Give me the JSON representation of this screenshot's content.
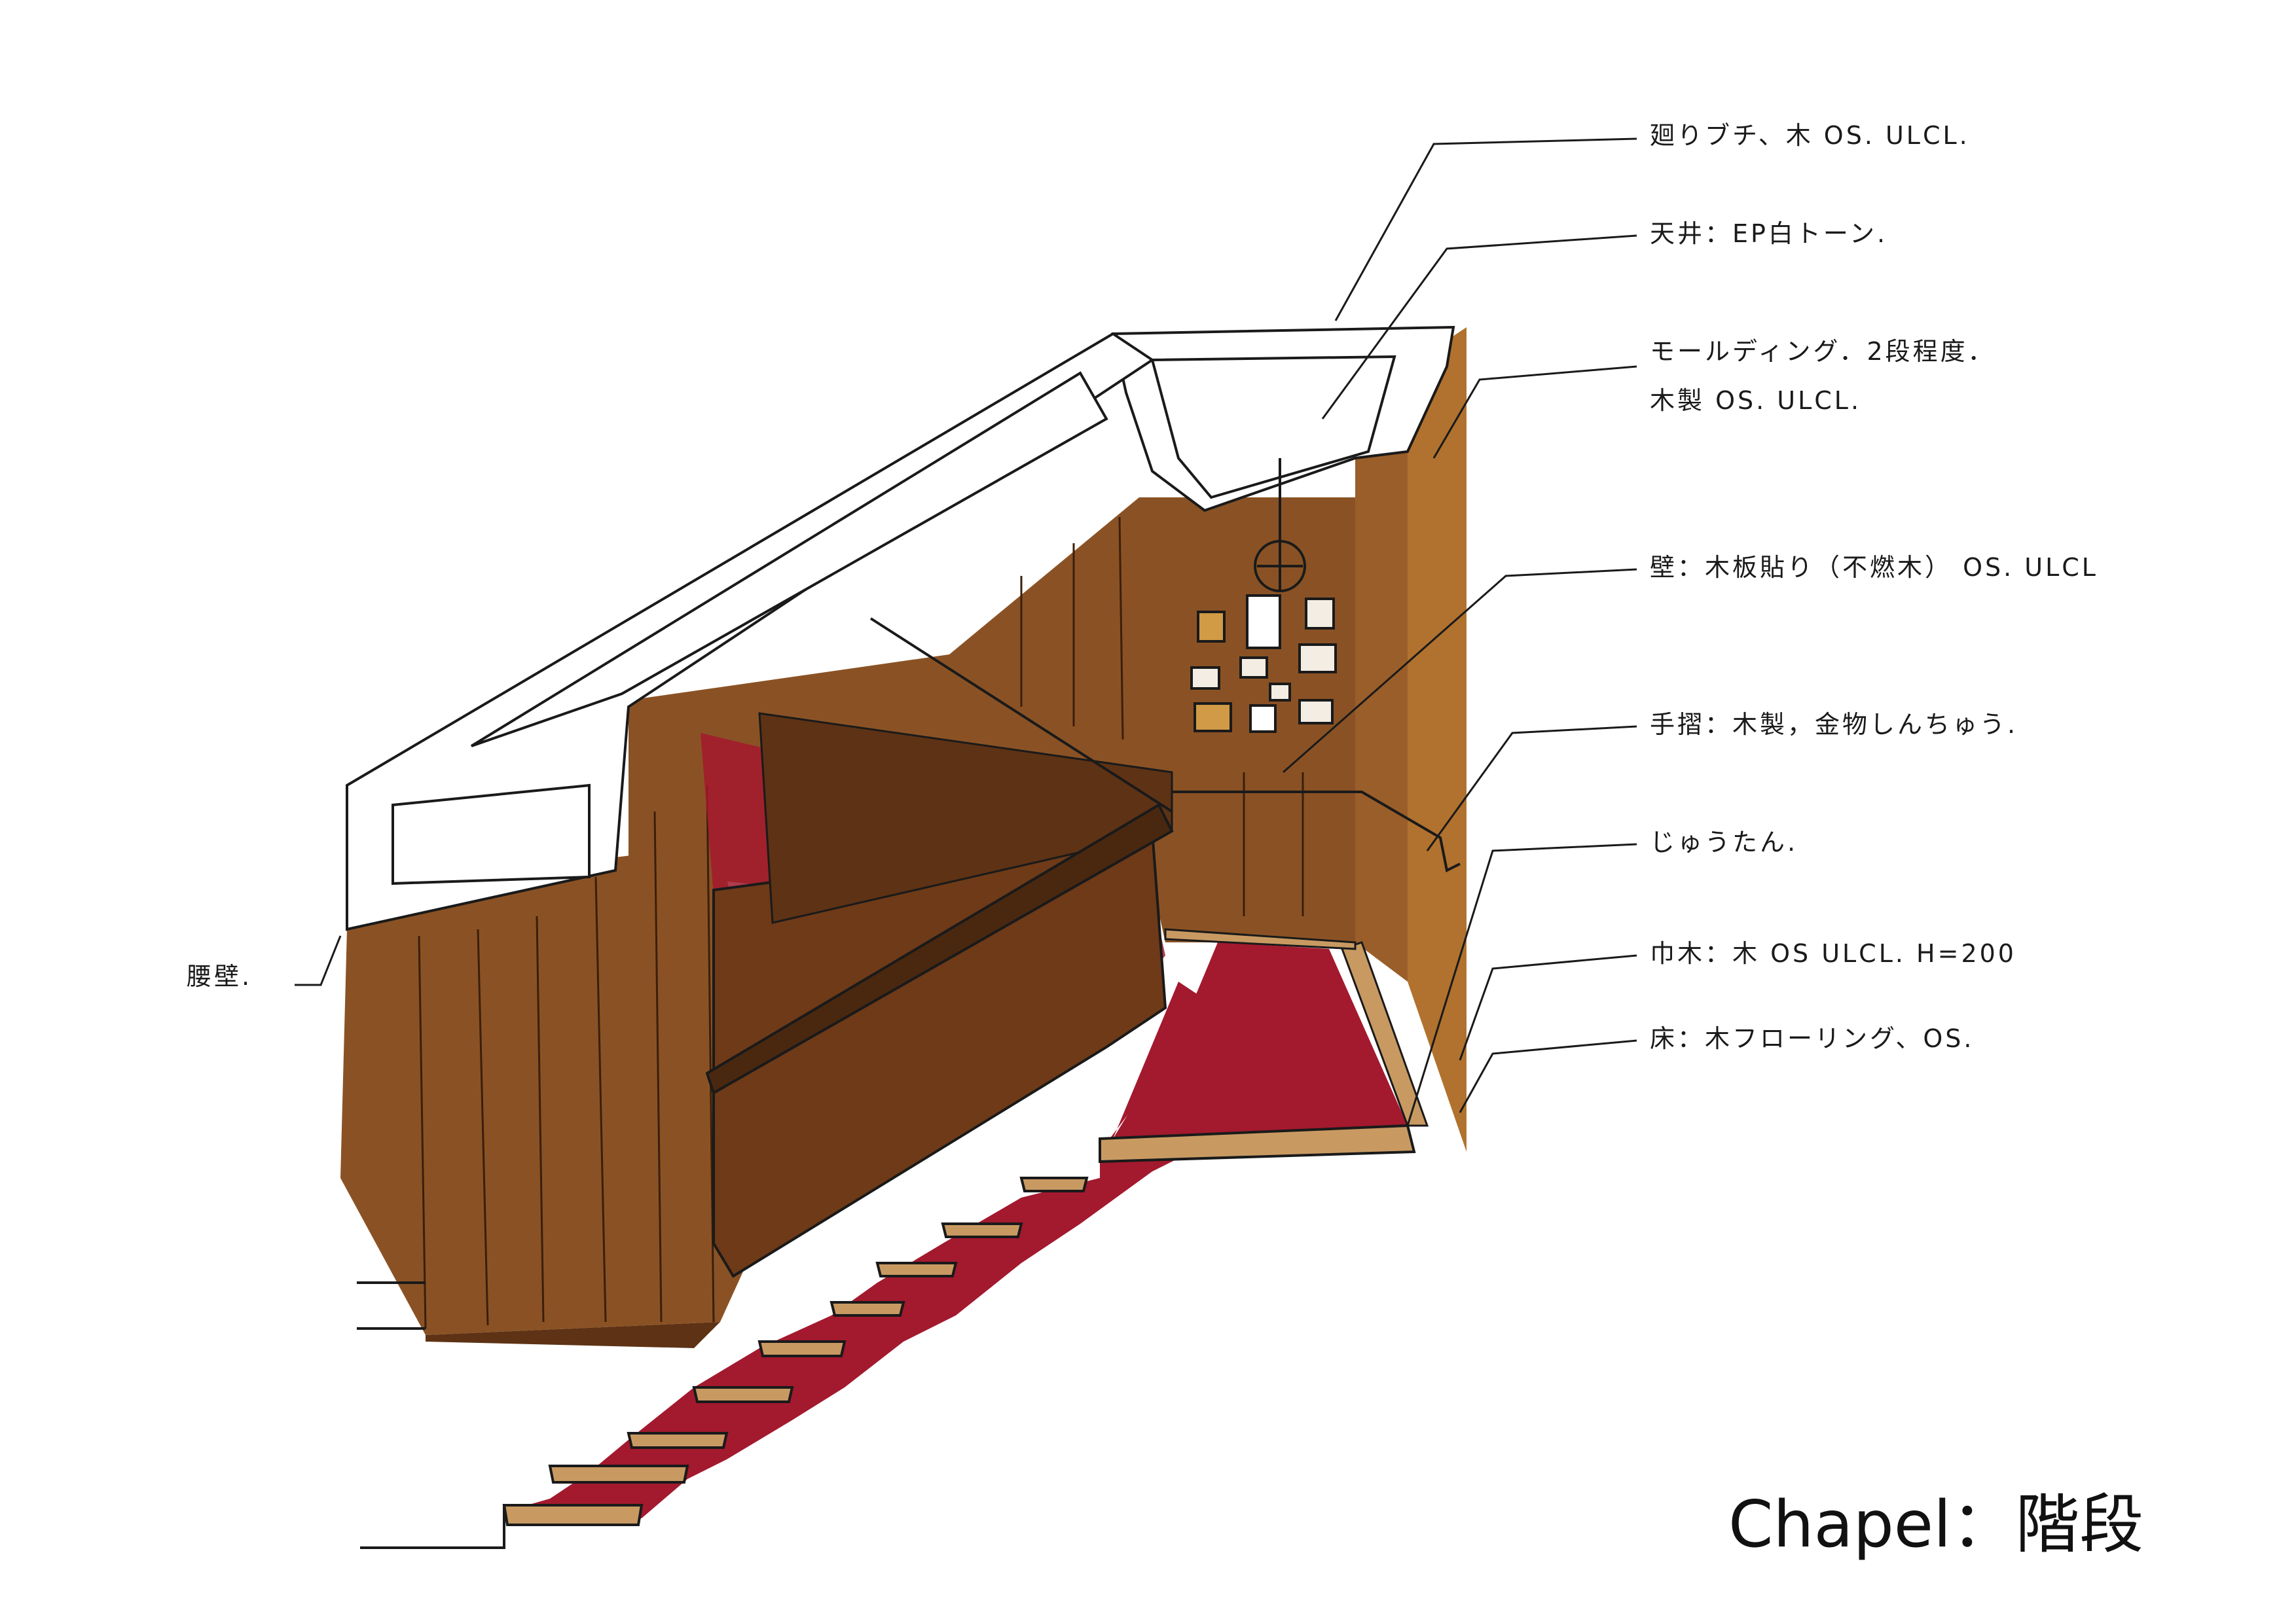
{
  "caption": "Chapel：階段",
  "annotations": [
    {
      "id": "mawaribuchi",
      "text": "廻りブチ、木 OS. ULCL."
    },
    {
      "id": "tenjo",
      "text": "天井：EP白トーン."
    },
    {
      "id": "molding_1",
      "text": "モールディング．2段程度．"
    },
    {
      "id": "molding_2",
      "text": "木製 OS. ULCL."
    },
    {
      "id": "kabe",
      "text": "壁：木板貼り（不燃木） OS. ULCL"
    },
    {
      "id": "tesuri",
      "text": "手摺：木製，金物しんちゅう."
    },
    {
      "id": "jutan",
      "text": "じゅうたん."
    },
    {
      "id": "habaki",
      "text": "巾木：木 OS ULCL. H=200"
    },
    {
      "id": "yuka",
      "text": "床：木フローリング、OS."
    },
    {
      "id": "koshikabe",
      "text": "腰壁."
    }
  ],
  "colors": {
    "wood": "#8a5224",
    "wood_dark": "#5e3214",
    "wood_light": "#a86a34",
    "carpet": "#a3192e",
    "carpet_dark": "#6e0e1c",
    "floor": "#c89a62",
    "ink": "#1a1a1a"
  }
}
